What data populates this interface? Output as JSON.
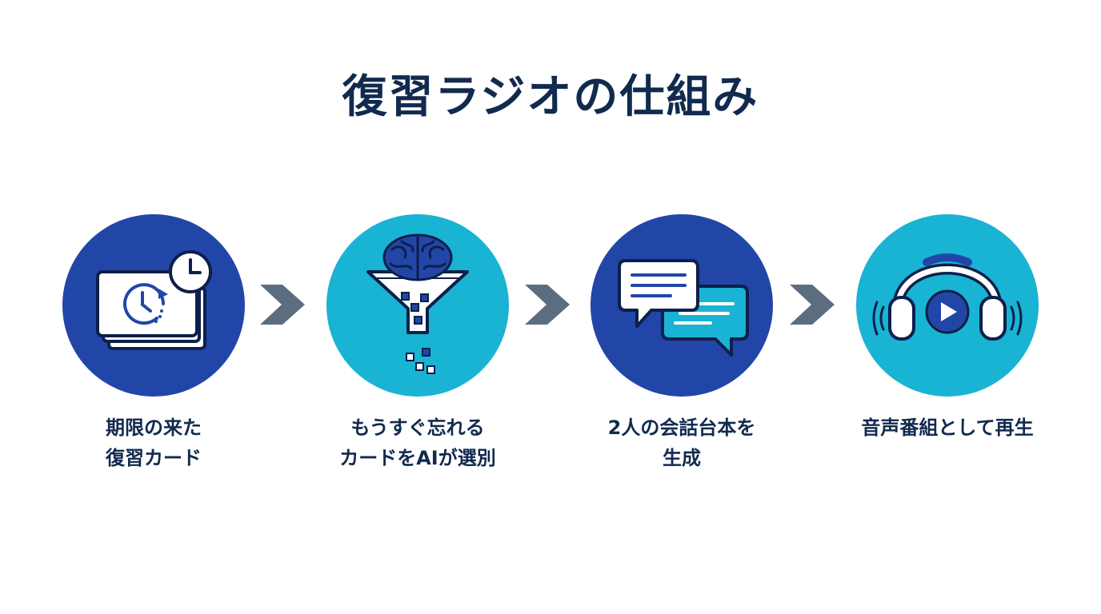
{
  "title": "復習ラジオの仕組み",
  "colors": {
    "title_text": "#112a4e",
    "dark_blue": "#2246a8",
    "cyan": "#19b3d3",
    "arrow_gray": "#5d6d80",
    "icon_outline": "#0d1f4a",
    "white": "#ffffff"
  },
  "steps": [
    {
      "icon": "overdue-cards-clock-icon",
      "circle_color": "dark_blue",
      "label_lines": [
        "期限の来た",
        "復習カード"
      ]
    },
    {
      "icon": "brain-funnel-icon",
      "circle_color": "cyan",
      "label_lines": [
        "もうすぐ忘れる",
        "カードをAIが選別"
      ]
    },
    {
      "icon": "chat-bubbles-icon",
      "circle_color": "dark_blue",
      "label_lines": [
        "2人の会話台本を",
        "生成"
      ]
    },
    {
      "icon": "headphones-play-icon",
      "circle_color": "cyan",
      "label_lines": [
        "音声番組として再生"
      ]
    }
  ],
  "connectors": [
    "chevron-right-icon",
    "chevron-right-icon",
    "chevron-right-icon"
  ]
}
